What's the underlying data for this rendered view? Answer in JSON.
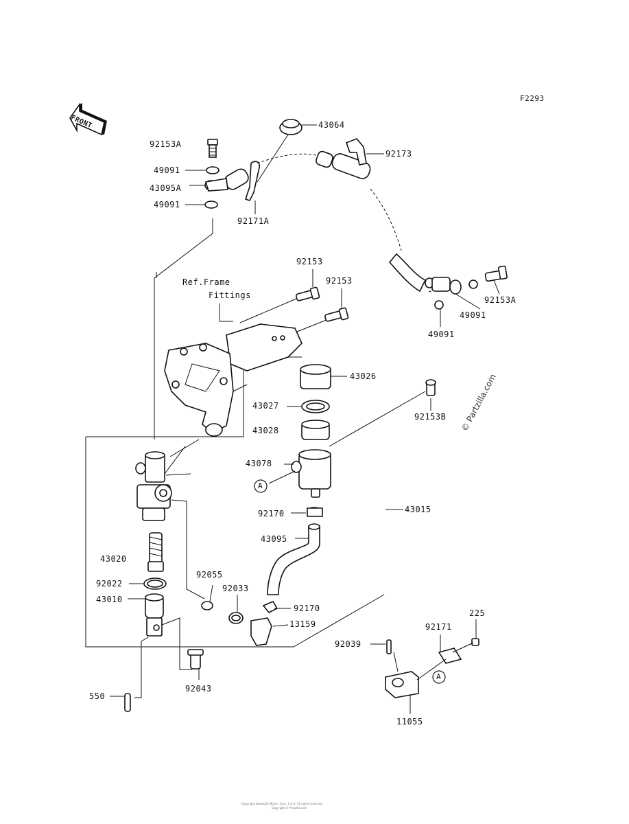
{
  "figure_code": "F2293",
  "front_label": "FRONT",
  "ref_note_line1": "Ref.Frame",
  "ref_note_line2": "Fittings",
  "watermark": "© Partzilla.com",
  "marker_a": "A",
  "footer_line1": "Copyright Kawasaki Motors Corp. U.S.A. All rights reserved.",
  "footer_line2": "Copyright © Partzilla.com",
  "parts": {
    "p43064": "43064",
    "p92173": "92173",
    "p92153A_top": "92153A",
    "p49091_top1": "49091",
    "p43095A": "43095A",
    "p49091_top2": "49091",
    "p92171A": "92171A",
    "p92153_a": "92153",
    "p92153_b": "92153",
    "p92153A_right": "92153A",
    "p49091_right1": "49091",
    "p49091_right2": "49091",
    "p43026": "43026",
    "p92153B": "92153B",
    "p43027": "43027",
    "p43028": "43028",
    "p43078": "43078",
    "p43015": "43015",
    "p92170_a": "92170",
    "p43095": "43095",
    "p43020": "43020",
    "p92055": "92055",
    "p92022": "92022",
    "p92033": "92033",
    "p43010": "43010",
    "p92170_b": "92170",
    "p13159": "13159",
    "p225": "225",
    "p92171": "92171",
    "p92039": "92039",
    "p92043": "92043",
    "p550": "550",
    "p11055": "11055"
  }
}
